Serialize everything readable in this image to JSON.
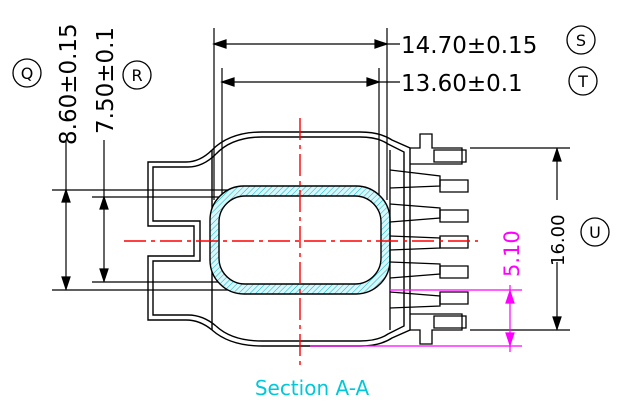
{
  "dimensions": {
    "width_outer": "14.70±0.15",
    "width_inner": "13.60±0.1",
    "height_outer": "8.60±0.15",
    "height_inner": "7.50±0.1",
    "pitch": "5.10",
    "pin_span": "16.00"
  },
  "callouts": {
    "q": "Q",
    "r": "R",
    "s": "S",
    "t": "T",
    "u": "U"
  },
  "caption": "Section A-A",
  "colors": {
    "outline": "#000000",
    "centerline": "#ff0000",
    "magenta_dim": "#ff00ff",
    "caption": "#00c8d8",
    "hatch": "#00b4c8"
  }
}
